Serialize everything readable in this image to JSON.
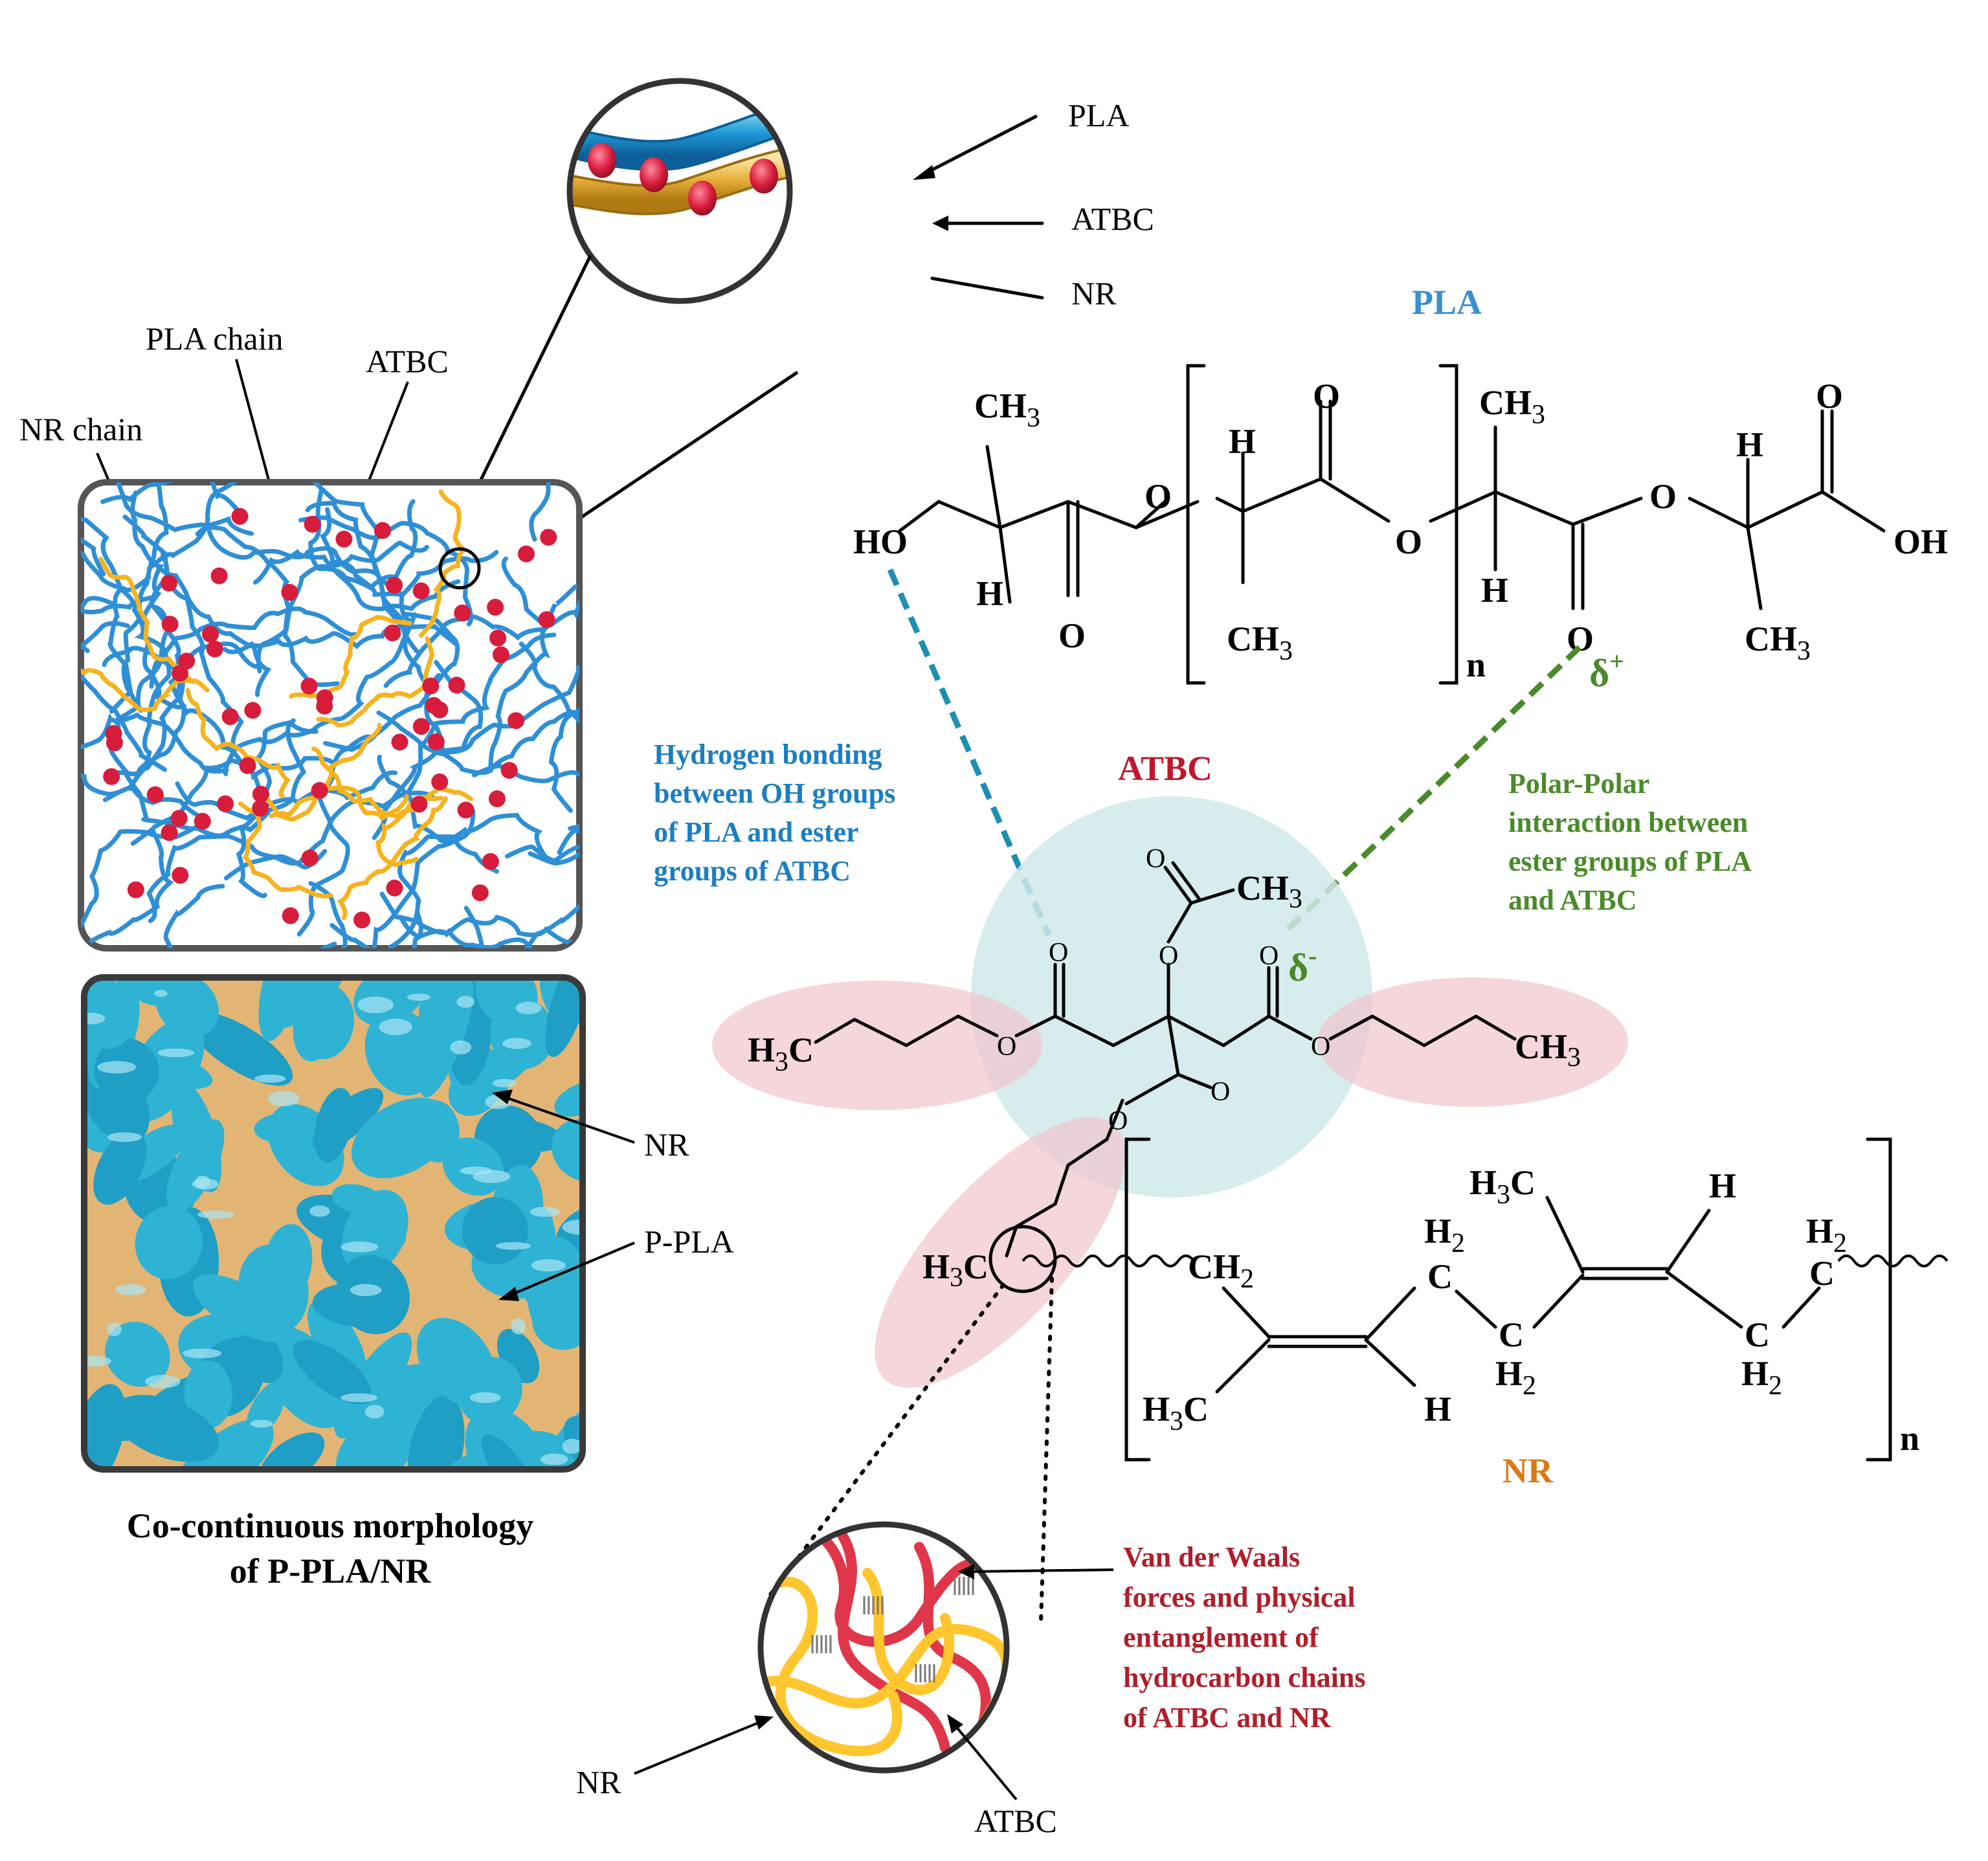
{
  "zoom_top": {
    "pla": "PLA",
    "atbc": "ATBC",
    "nr": "NR"
  },
  "left_labels": {
    "pla_chain": "PLA chain",
    "atbc": "ATBC",
    "nr_chain": "NR chain"
  },
  "morph_labels": {
    "nr": "NR",
    "ppla": "P-PLA"
  },
  "caption": {
    "line1": "Co-continuous morphology",
    "line2": "of P-PLA/NR"
  },
  "pla_title": "PLA",
  "atbc_title": "ATBC",
  "nr_title": "NR",
  "hbond_text": [
    "Hydrogen bonding",
    "between OH groups",
    "of PLA and ester",
    "groups of ATBC"
  ],
  "polar_text": [
    "Polar-Polar",
    "interaction between",
    "ester groups of PLA",
    "and ATBC"
  ],
  "vdw_text": [
    "Van der Waals",
    "forces and physical",
    "entanglement of",
    "hydrocarbon chains",
    "of ATBC and NR"
  ],
  "zoom_bottom": {
    "nr": "NR",
    "atbc": "ATBC"
  },
  "pla_atoms": {
    "ho": "HO",
    "oh": "OH",
    "h": "H",
    "o": "O",
    "n": "n",
    "ch": "CH",
    "sub3": "3"
  },
  "charges": {
    "delta": "δ",
    "plus": "+",
    "minus": "-"
  },
  "atbc_atoms": {
    "o": "O",
    "ch": "CH",
    "sub3": "3",
    "h": "H",
    "c": "C"
  },
  "nr_atoms": {
    "h": "H",
    "c": "C",
    "ch": "CH",
    "sub2": "2",
    "sub3": "3",
    "n": "n"
  },
  "colors": {
    "pla_blue": "#2e8fd6",
    "pla_title_blue": "#3a8fd0",
    "atbc_red": "#c0172b",
    "nr_orange": "#d97a16",
    "hbond_blue": "#1c7ec1",
    "polar_green": "#4a8a2a",
    "vdw_red": "#b01e2a",
    "tan": "#e7b56a",
    "teal": "#2fb3d4"
  }
}
